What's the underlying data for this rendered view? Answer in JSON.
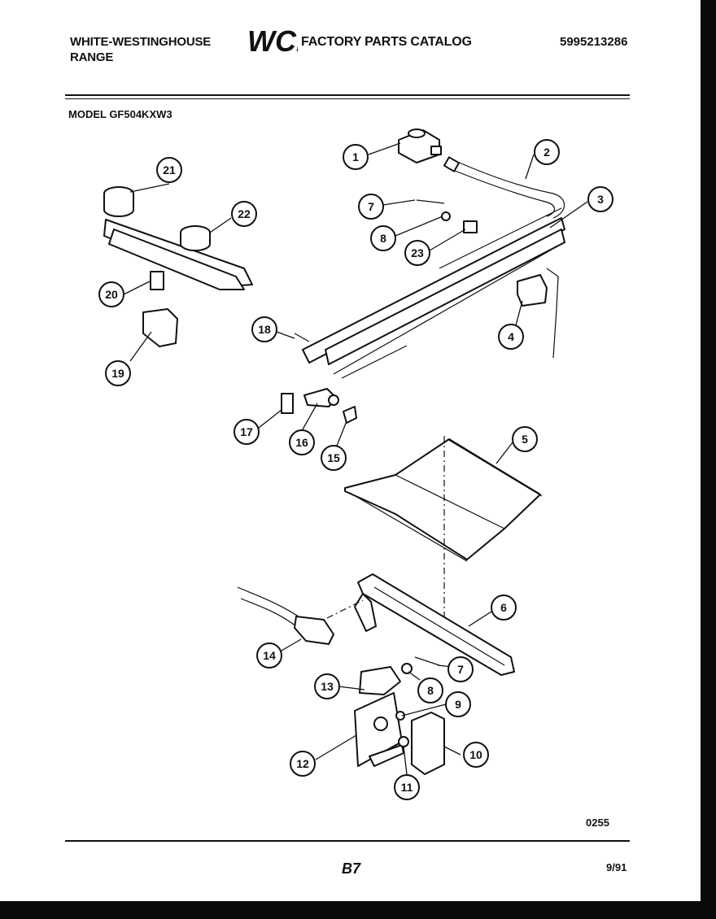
{
  "header": {
    "manufacturer_line1": "WHITE-WESTINGHOUSE",
    "manufacturer_line2": "RANGE",
    "logo_text": "WCI",
    "catalog_title": "FACTORY PARTS CATALOG",
    "part_number": "5995213286",
    "model": "MODEL GF504KXW3"
  },
  "footer": {
    "drawing_code": "0255",
    "page": "B7",
    "date": "9/91"
  },
  "callouts": [
    "1",
    "2",
    "3",
    "4",
    "5",
    "6",
    "7",
    "8",
    "9",
    "10",
    "11",
    "12",
    "13",
    "14",
    "15",
    "16",
    "17",
    "18",
    "19",
    "20",
    "21",
    "22",
    "23",
    "7",
    "8"
  ]
}
